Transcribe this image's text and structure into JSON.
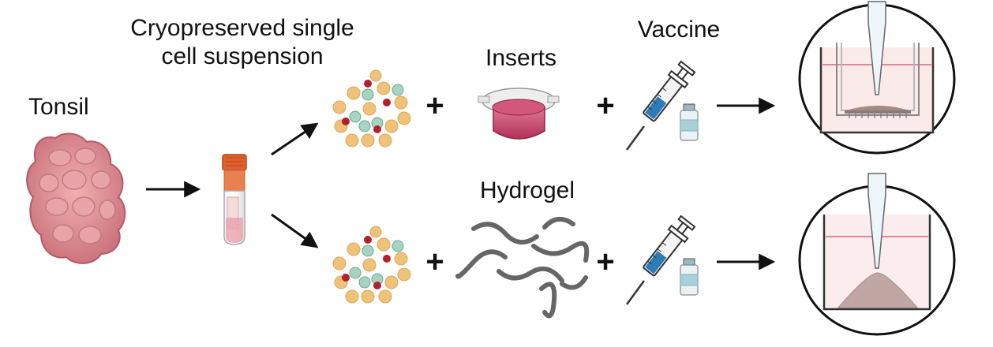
{
  "labels": {
    "tonsil": "Tonsil",
    "cryo_line1": "Cryopreserved single",
    "cryo_line2": "cell suspension",
    "inserts": "Inserts",
    "vaccine": "Vaccine",
    "hydrogel": "Hydrogel"
  },
  "plus_sign": "+",
  "colors": {
    "tonsil": "#d9898a",
    "cell_yellow": "#efc27a",
    "cell_green": "#a6d3c2",
    "cell_red": "#b3202b",
    "vial_cap": "#e0602c",
    "media_pink": "#c94a6a",
    "syringe_blue": "#2d7bb7",
    "gel_gray": "#666666"
  }
}
